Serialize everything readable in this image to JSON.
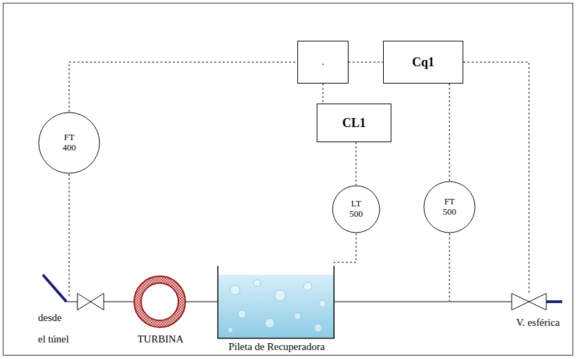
{
  "diagram": {
    "nodes": [
      {
        "text": [
          "."
        ]
      },
      {
        "text": [
          "Cq1"
        ]
      },
      {
        "text": [
          "CL1"
        ]
      },
      {
        "text": [
          "FT 400"
        ]
      },
      {
        "text": [
          "LT 500"
        ]
      },
      {
        "text": [
          "FT 500"
        ]
      }
    ],
    "edges": [
      {
        "from": 3,
        "to": 0,
        "arrow": "none"
      },
      {
        "from": 0,
        "to": 1,
        "arrow": "none"
      },
      {
        "from": 0,
        "to": 2,
        "arrow": "none"
      },
      {
        "from": 2,
        "to": 4,
        "arrow": "none"
      },
      {
        "from": 1,
        "to": 5,
        "arrow": "none"
      }
    ],
    "labels": [
      "desde",
      "el túnel",
      "TURBINA",
      "Pileta de Recuperadora",
      "V. esférica"
    ]
  }
}
